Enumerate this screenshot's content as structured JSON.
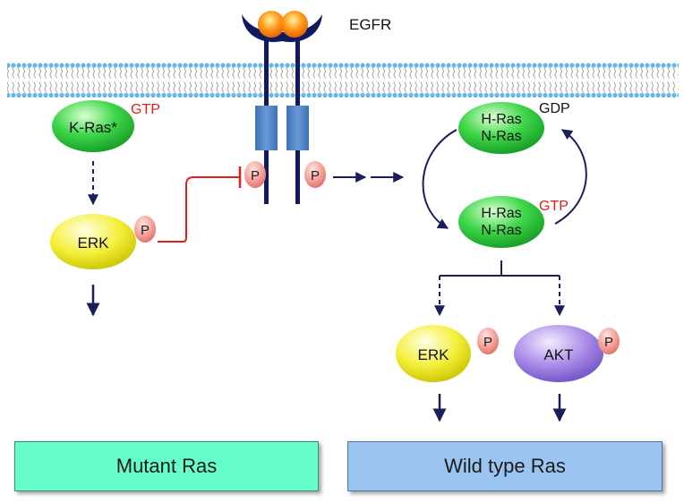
{
  "receptor": {
    "label": "EGFR"
  },
  "mutant": {
    "kras": {
      "label": "K-Ras*",
      "state": "GTP"
    },
    "erk": {
      "label": "ERK"
    },
    "phospho": "P",
    "panel_label": "Mutant Ras"
  },
  "wildtype": {
    "ras_gdp": {
      "line1": "H-Ras",
      "line2": "N-Ras",
      "state": "GDP"
    },
    "ras_gtp": {
      "line1": "H-Ras",
      "line2": "N-Ras",
      "state": "GTP"
    },
    "erk": {
      "label": "ERK"
    },
    "akt": {
      "label": "AKT"
    },
    "phospho": "P",
    "panel_label": "Wild type Ras"
  },
  "receptor_phospho": {
    "left": "P",
    "right": "P"
  },
  "colors": {
    "arrow": "#1a1f5c",
    "inhibition": "#e0201b",
    "gtp_text": "#e0201b",
    "ras_green": "#27c43a",
    "erk_yellow": "#f2ec2a",
    "akt_purple": "#9b7be0",
    "phospho_pink": "#f08e86",
    "receptor_blue": "#4f86c9",
    "membrane_blue": "#63b8e8"
  }
}
